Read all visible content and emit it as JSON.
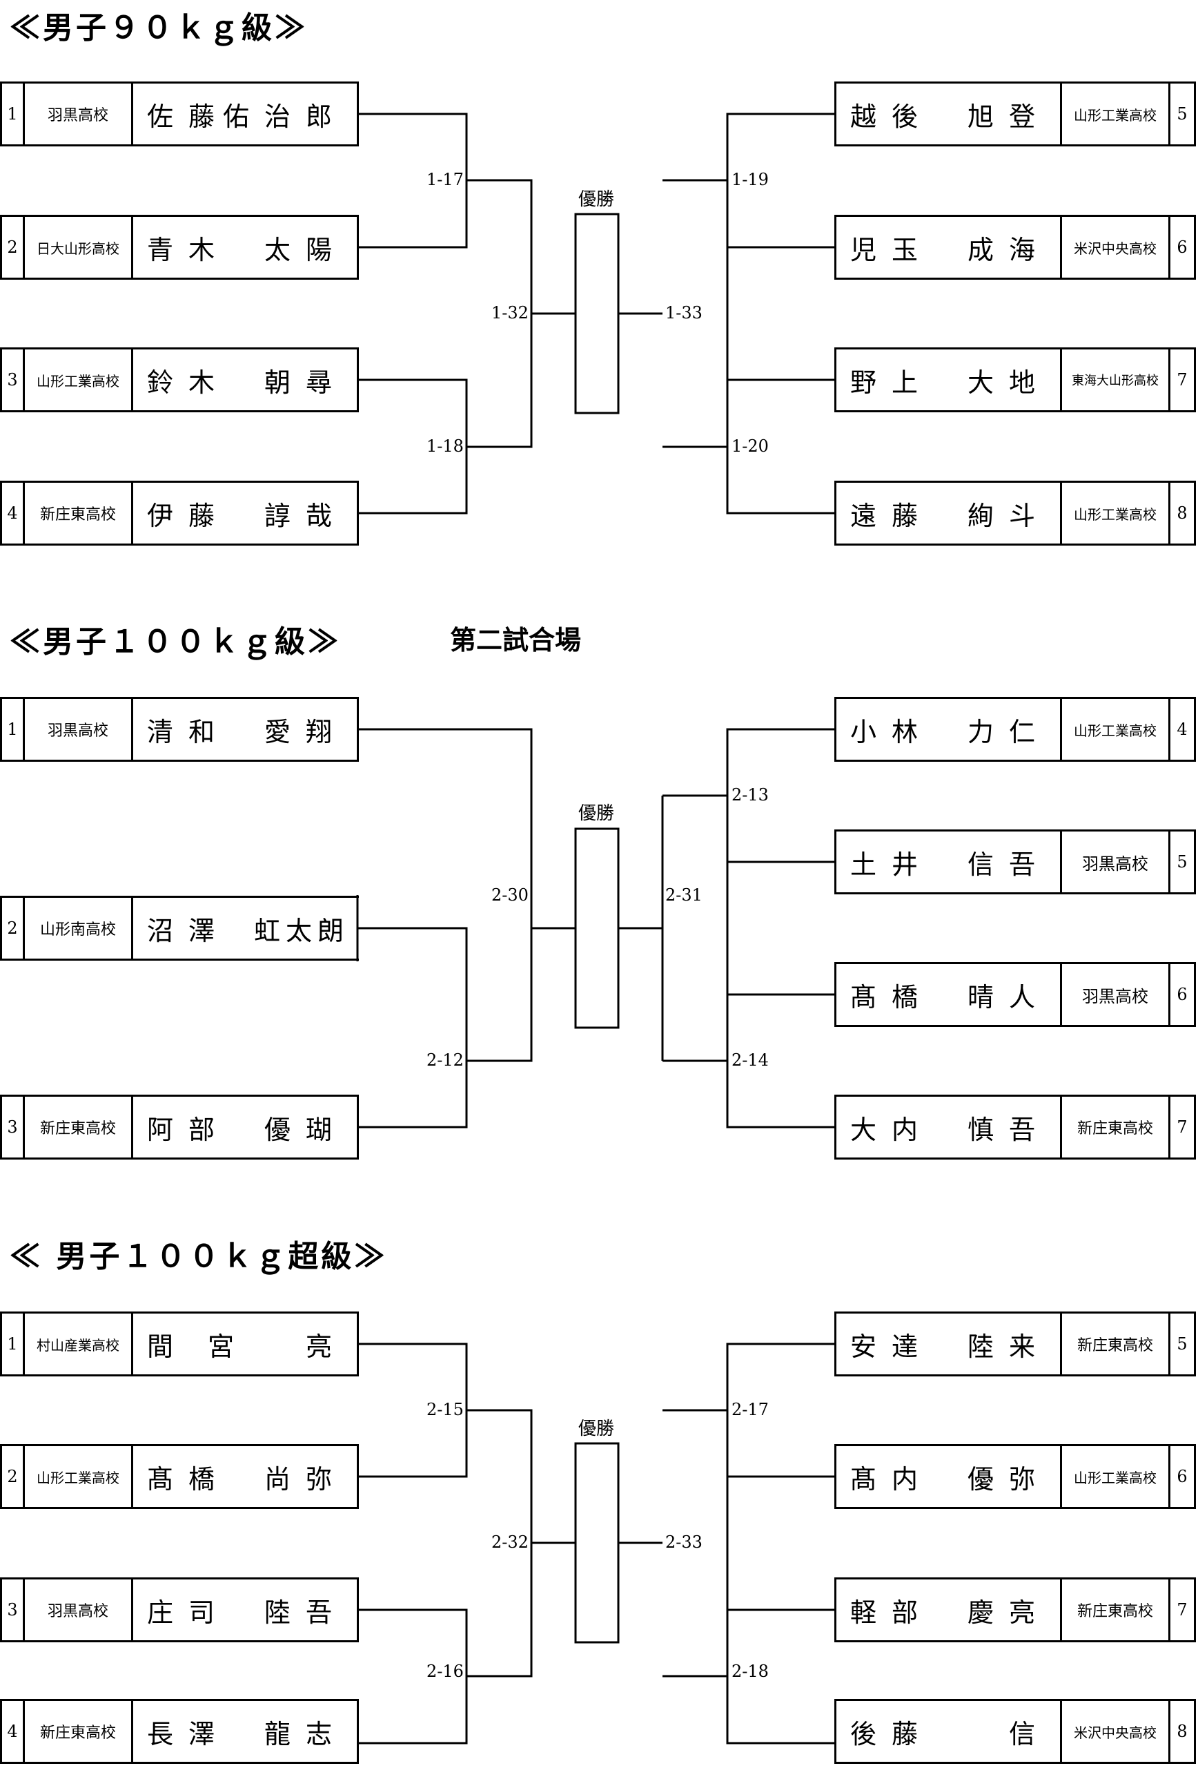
{
  "sections": [
    {
      "title": "≪男子９０ｋｇ級≫",
      "venue": "",
      "champion_label": "優勝",
      "left": [
        {
          "seed": "1",
          "school": "羽黒高校",
          "family": "佐藤",
          "given": "佑治郎"
        },
        {
          "seed": "2",
          "school": "日大山形高校",
          "family": "青木",
          "given": "太陽"
        },
        {
          "seed": "3",
          "school": "山形工業高校",
          "family": "鈴木",
          "given": "朝尋"
        },
        {
          "seed": "4",
          "school": "新庄東高校",
          "family": "伊藤",
          "given": "諄哉"
        }
      ],
      "right": [
        {
          "seed": "5",
          "school": "山形工業高校",
          "family": "越後",
          "given": "旭登"
        },
        {
          "seed": "6",
          "school": "米沢中央高校",
          "family": "児玉",
          "given": "成海"
        },
        {
          "seed": "7",
          "school": "東海大山形高校",
          "family": "野上",
          "given": "大地"
        },
        {
          "seed": "8",
          "school": "山形工業高校",
          "family": "遠藤",
          "given": "絢斗"
        }
      ],
      "matches": {
        "l1": "1-17",
        "l2": "1-18",
        "lf": "1-32",
        "r1": "1-19",
        "r2": "1-20",
        "rf": "1-33"
      }
    },
    {
      "title": "≪男子１００ｋｇ級≫",
      "venue": "第二試合場",
      "champion_label": "優勝",
      "left": [
        {
          "seed": "1",
          "school": "羽黒高校",
          "family": "清和",
          "given": "愛翔"
        },
        {
          "seed": "2",
          "school": "山形南高校",
          "family": "沼澤",
          "given": "虹太朗"
        },
        {
          "seed": "3",
          "school": "新庄東高校",
          "family": "阿部",
          "given": "優瑚"
        }
      ],
      "right": [
        {
          "seed": "4",
          "school": "山形工業高校",
          "family": "小林",
          "given": "力仁"
        },
        {
          "seed": "5",
          "school": "羽黒高校",
          "family": "土井",
          "given": "信吾"
        },
        {
          "seed": "6",
          "school": "羽黒高校",
          "family": "髙橋",
          "given": "晴人"
        },
        {
          "seed": "7",
          "school": "新庄東高校",
          "family": "大内",
          "given": "慎吾"
        }
      ],
      "matches": {
        "l2": "2-12",
        "lf": "2-30",
        "r1": "2-13",
        "r2": "2-14",
        "rf": "2-31"
      }
    },
    {
      "title": "≪ 男子１００ｋｇ超級≫",
      "venue": "",
      "champion_label": "優勝",
      "left": [
        {
          "seed": "1",
          "school": "村山産業高校",
          "family": "間宮",
          "given": "亮"
        },
        {
          "seed": "2",
          "school": "山形工業高校",
          "family": "髙橋",
          "given": "尚弥"
        },
        {
          "seed": "3",
          "school": "羽黒高校",
          "family": "庄司",
          "given": "陸吾"
        },
        {
          "seed": "4",
          "school": "新庄東高校",
          "family": "長澤",
          "given": "龍志"
        }
      ],
      "right": [
        {
          "seed": "5",
          "school": "新庄東高校",
          "family": "安達",
          "given": "陸来"
        },
        {
          "seed": "6",
          "school": "山形工業高校",
          "family": "髙内",
          "given": "優弥"
        },
        {
          "seed": "7",
          "school": "新庄東高校",
          "family": "軽部",
          "given": "慶亮"
        },
        {
          "seed": "8",
          "school": "米沢中央高校",
          "family": "後藤",
          "given": "信"
        }
      ],
      "matches": {
        "l1": "2-15",
        "l2": "2-16",
        "lf": "2-32",
        "r1": "2-17",
        "r2": "2-18",
        "rf": "2-33"
      }
    }
  ]
}
